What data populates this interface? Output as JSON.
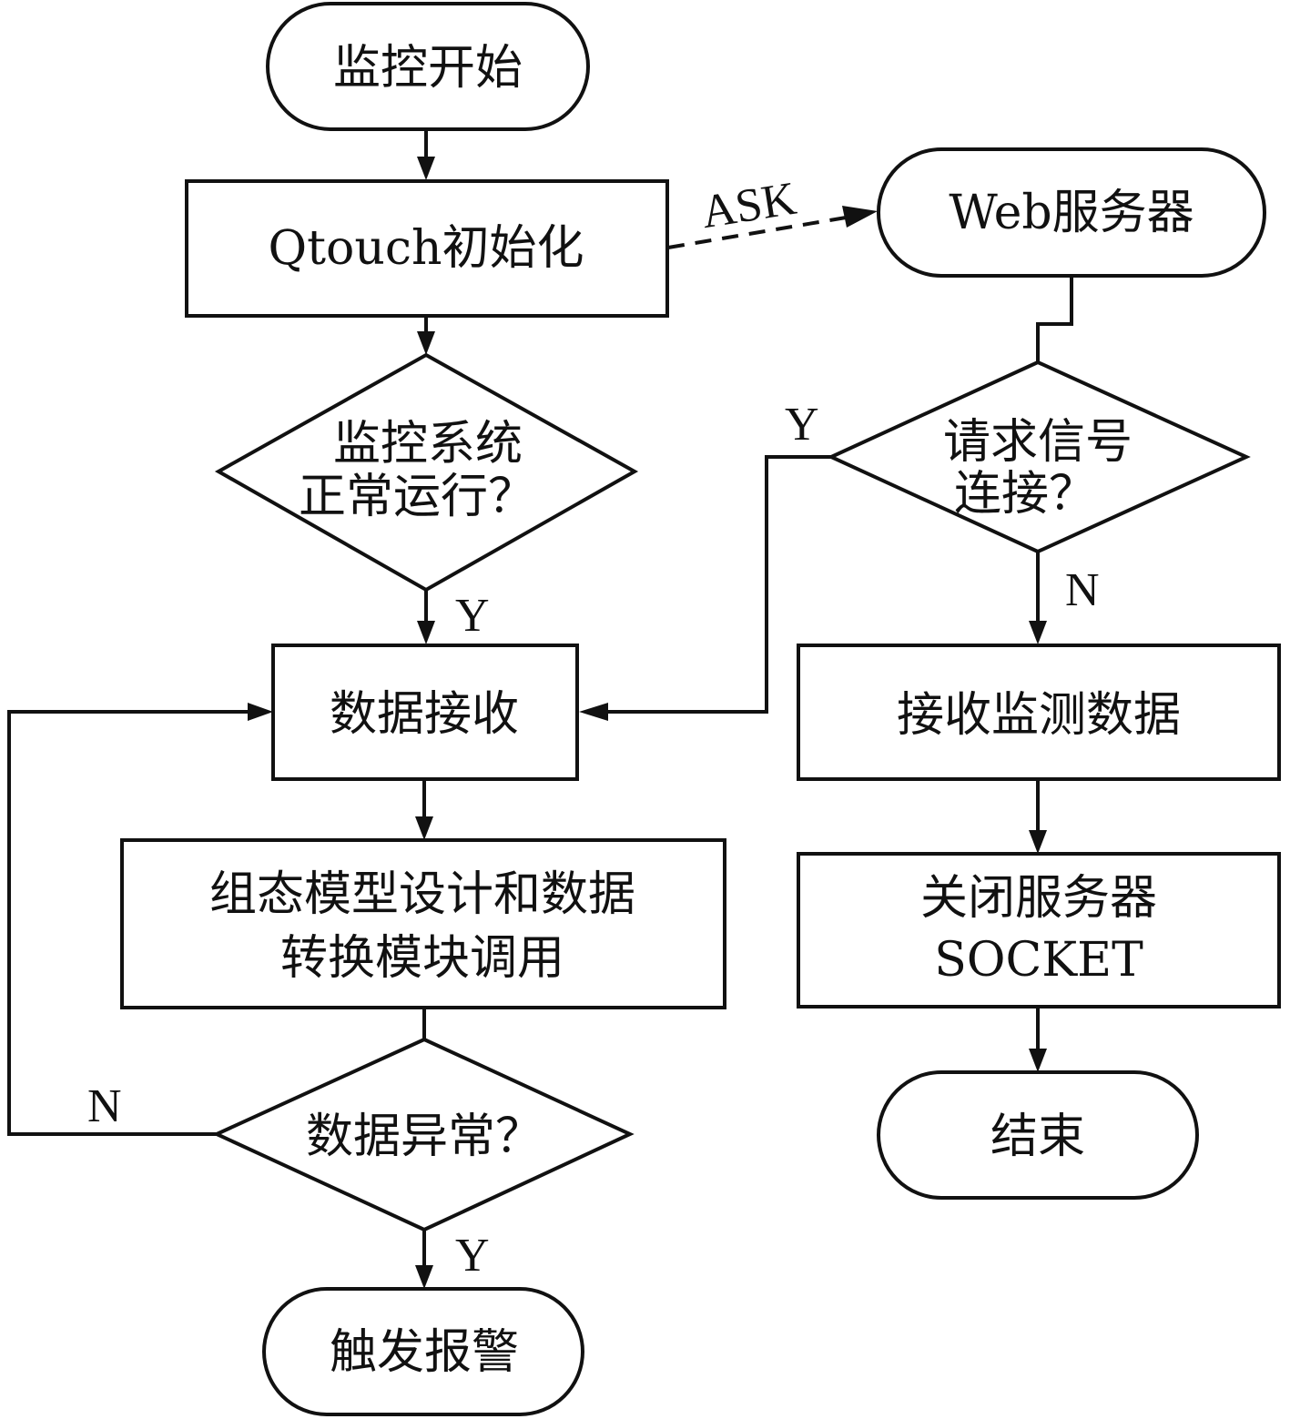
{
  "diagram": {
    "type": "flowchart",
    "nodes": {
      "start": {
        "kind": "terminal",
        "text": "监控开始"
      },
      "qtouch_init": {
        "kind": "process",
        "text": "Qtouch初始化"
      },
      "system_ok": {
        "kind": "decision",
        "lines": [
          "监控系统",
          "正常运行？"
        ]
      },
      "data_receive": {
        "kind": "process",
        "text": "数据接收"
      },
      "model_design": {
        "kind": "process",
        "lines": [
          "组态模型设计和数据",
          "转换模块调用"
        ]
      },
      "data_abnormal": {
        "kind": "decision",
        "text": "数据异常？"
      },
      "trigger_alarm": {
        "kind": "terminal",
        "text": "触发报警"
      },
      "web_server": {
        "kind": "terminal",
        "text": "Web服务器"
      },
      "request_signal": {
        "kind": "decision",
        "lines": [
          "请求信号",
          "连接？"
        ]
      },
      "receive_monitor": {
        "kind": "process",
        "text": "接收监测数据"
      },
      "close_server": {
        "kind": "process",
        "lines": [
          "关闭服务器",
          "SOCKET"
        ]
      },
      "end": {
        "kind": "terminal",
        "text": "结束"
      }
    },
    "edge_labels": {
      "ask": "ASK",
      "system_ok_yes": "Y",
      "request_yes": "Y",
      "request_no": "N",
      "abnormal_no": "N",
      "abnormal_yes": "Y"
    },
    "edges": [
      {
        "from": "start",
        "to": "qtouch_init"
      },
      {
        "from": "qtouch_init",
        "to": "web_server",
        "style": "dashed",
        "label": "ASK"
      },
      {
        "from": "qtouch_init",
        "to": "system_ok"
      },
      {
        "from": "system_ok",
        "to": "data_receive",
        "label": "Y"
      },
      {
        "from": "web_server",
        "to": "request_signal"
      },
      {
        "from": "request_signal",
        "to": "data_receive",
        "label": "Y"
      },
      {
        "from": "request_signal",
        "to": "receive_monitor",
        "label": "N"
      },
      {
        "from": "data_receive",
        "to": "model_design"
      },
      {
        "from": "model_design",
        "to": "data_abnormal"
      },
      {
        "from": "data_abnormal",
        "to": "data_receive",
        "label": "N"
      },
      {
        "from": "data_abnormal",
        "to": "trigger_alarm",
        "label": "Y"
      },
      {
        "from": "receive_monitor",
        "to": "close_server"
      },
      {
        "from": "close_server",
        "to": "end"
      }
    ]
  }
}
